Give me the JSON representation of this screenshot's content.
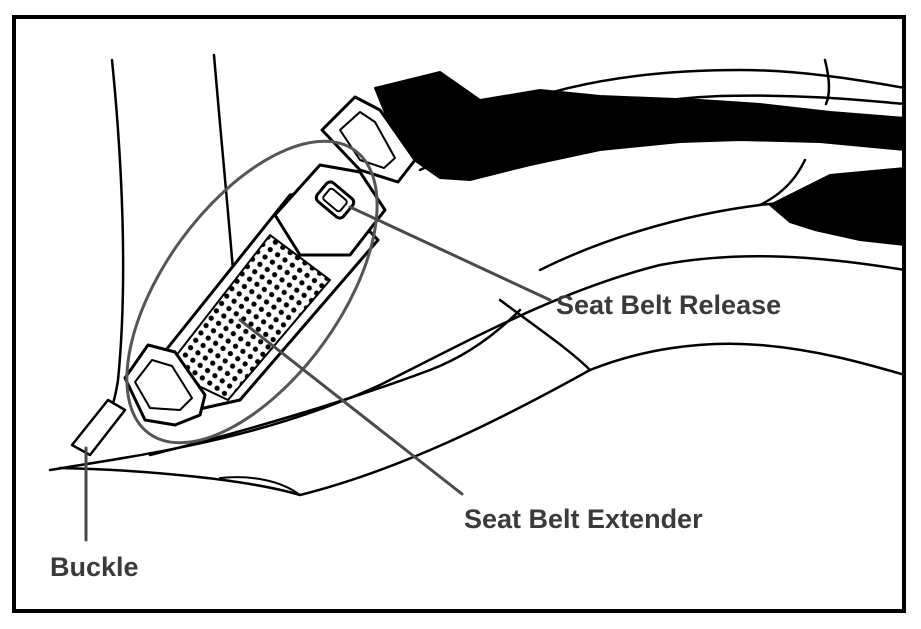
{
  "diagram": {
    "labels": {
      "seat_belt_release": "Seat Belt Release",
      "seat_belt_extender": "Seat Belt Extender",
      "buckle": "Buckle"
    },
    "colors": {
      "ink": "#000000",
      "label_text": "#3a3a3a",
      "leader_line": "#4a4a4a",
      "highlight_ellipse": "#555555",
      "background": "#ffffff"
    }
  }
}
